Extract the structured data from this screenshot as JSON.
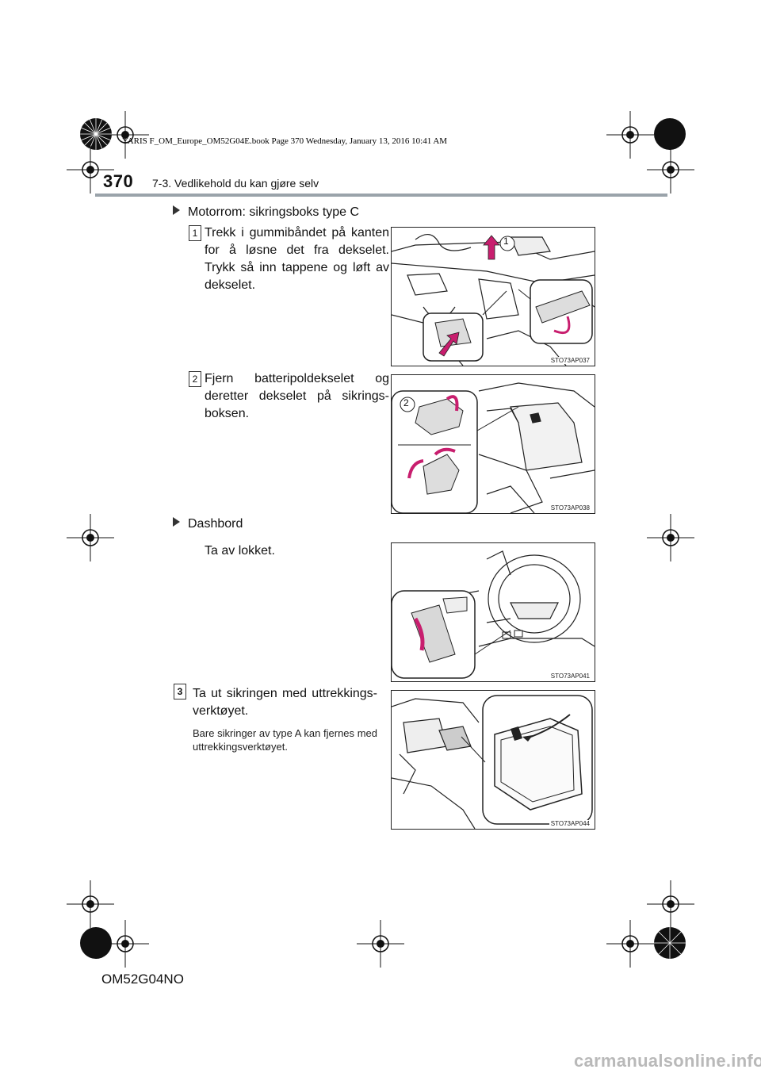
{
  "print_info": "YARIS F_OM_Europe_OM52G04E.book  Page 370  Wednesday, January 13, 2016  10:41 AM",
  "header": {
    "page_number": "370",
    "section": "7-3. Vedlikehold du kan gjøre selv"
  },
  "sections": [
    {
      "title": "Motorrom: sikringsboks type C",
      "steps": [
        {
          "badge": "1",
          "text": "Trekk i gummibåndet på kan­ten for å løsne det fra dekse­let. Trykk så inn tappene og løft av dekselet.",
          "figure_code": "STO73AP037",
          "callout": "1"
        },
        {
          "badge": "2",
          "text": "Fjern batteripoldekselet og deretter dekselet på sikrings­boksen.",
          "figure_code": "STO73AP038",
          "callout": "2"
        }
      ]
    },
    {
      "title": "Dashbord",
      "steps": [
        {
          "text": "Ta av lokket.",
          "figure_code": "STO73AP041"
        }
      ]
    }
  ],
  "step3": {
    "badge": "3",
    "text": "Ta ut sikringen med uttrekkings­verktøyet.",
    "note": "Bare sikringer av type A kan fjer­nes med uttrekkingsverktøyet.",
    "figure_code": "STO73AP044"
  },
  "footer": {
    "code": "OM52G04NO"
  },
  "watermark": "carmanualsonline.info",
  "colors": {
    "arrow": "#c81e6e",
    "rule": "#9aa3aa"
  }
}
